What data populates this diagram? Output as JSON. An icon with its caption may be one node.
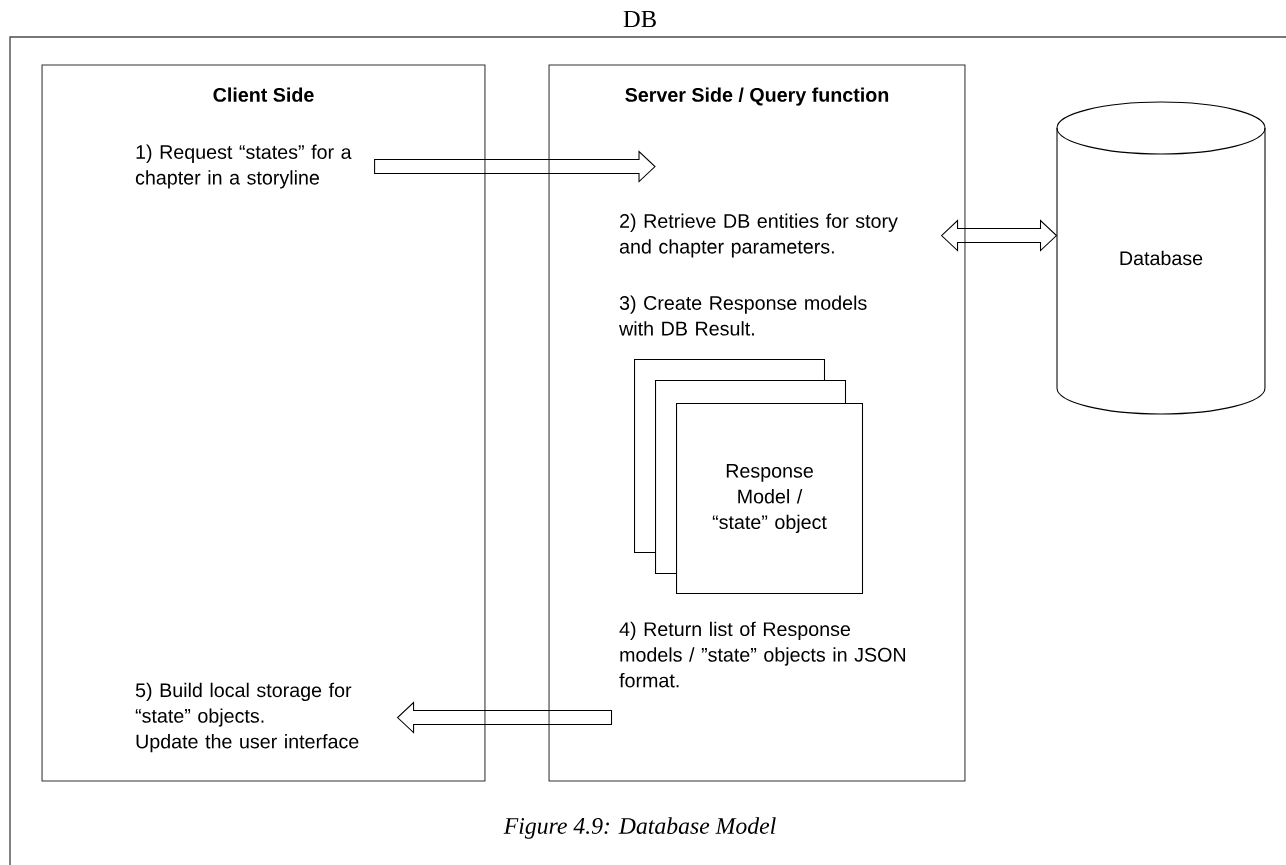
{
  "diagram": {
    "title": "DB",
    "caption": "Figure 4.9: Database Model",
    "nodes": [
      {
        "text": [
          "Client Side"
        ]
      },
      {
        "text": [
          "1) Request “states” for a chapter in a storyline"
        ],
        "in": 0
      },
      {
        "text": [
          "5) Build local storage for “state” objects.",
          "Update the user interface"
        ],
        "in": 0
      },
      {
        "text": [
          "Server Side / Query function"
        ]
      },
      {
        "text": [
          "2) Retrieve DB entities for story and chapter parameters."
        ],
        "in": 3
      },
      {
        "text": [
          "3) Create Response models with DB Result."
        ],
        "in": 3
      },
      {
        "text": [],
        "shape": "box",
        "in": 3
      },
      {
        "text": [],
        "shape": "box",
        "in": 3
      },
      {
        "text": [
          "Response Model / “state” object"
        ],
        "in": 3
      },
      {
        "text": [
          "4) Return list of Response models / ”state” objects in JSON format."
        ],
        "in": 3
      },
      {
        "text": [
          "Database"
        ]
      }
    ],
    "edges": [
      {
        "from": 1,
        "to": null,
        "arrow": "to"
      },
      {
        "from": 4,
        "to": 10,
        "arrow": "both"
      },
      {
        "from": 9,
        "to": 2,
        "arrow": "to"
      }
    ]
  }
}
